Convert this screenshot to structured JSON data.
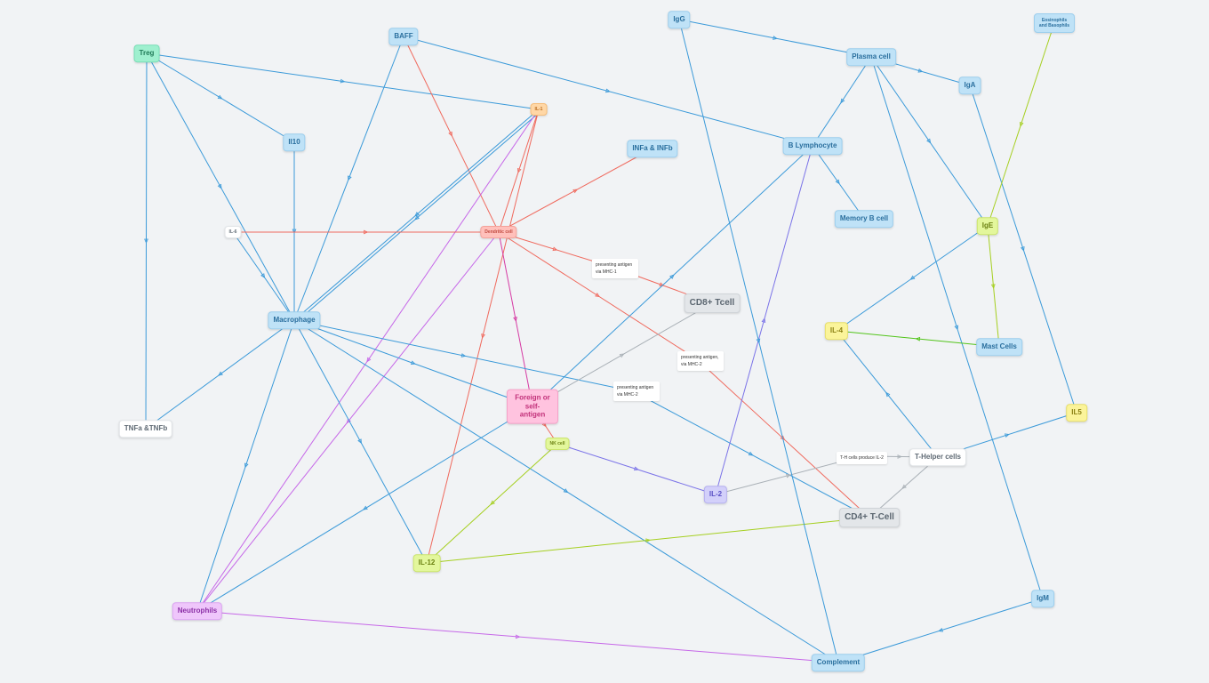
{
  "nodes": {
    "treg": "Treg",
    "baff": "BAFF",
    "igg": "IgG",
    "eos": "Eosinophils and Basophils",
    "plasma": "Plasma cell",
    "iga": "IgA",
    "il1": "IL-1",
    "il10": "Il10",
    "infa": "INFa & INFb",
    "bly": "B Lymphocyte",
    "il6": "IL-6",
    "dendritic": "Dendritic cell",
    "memoryb": "Memory B cell",
    "ige": "IgE",
    "cd8": "CD8+ Tcell",
    "macro": "Macrophage",
    "il4": "IL-4",
    "mast": "Mast Cells",
    "foreign": "Foreign or self-antigen",
    "tnfa": "TNFa &TNFb",
    "il5": "IL5",
    "nk": "NK cell",
    "th": "T-Helper cells",
    "il2": "IL-2",
    "cd4": "CD4+ T-Cell",
    "il12": "IL-12",
    "igm": "IgM",
    "neutro": "Neutrophils",
    "complement": "Complement"
  },
  "notes": {
    "mhc1": "presenting antigen via MHC-1",
    "mhc2a": "presenting antigen, via MHC-2",
    "mhc2b": "presenting antigen via MHC-2",
    "th_il2": "T-H cells produce IL-2"
  },
  "colors": {
    "blue": "#3b9ad9",
    "red": "#f06a5e",
    "violet": "#c667e8",
    "magenta": "#d63ba4",
    "ygreen": "#a5cf1f",
    "green": "#52c41a",
    "purple": "#7b73e8",
    "gray": "#a9b0b6"
  }
}
